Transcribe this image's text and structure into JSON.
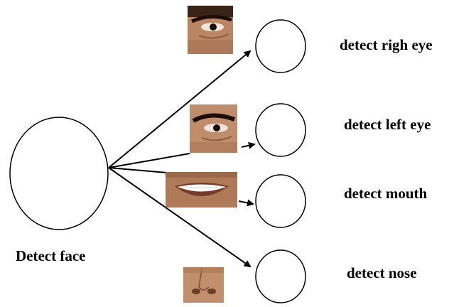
{
  "face": {
    "label": "Detect face"
  },
  "features": [
    {
      "id": "right-eye",
      "label": "detect righ eye",
      "image": "right-eye-crop"
    },
    {
      "id": "left-eye",
      "label": "detect left eye",
      "image": "left-eye-crop"
    },
    {
      "id": "mouth",
      "label": "detect mouth",
      "image": "mouth-crop"
    },
    {
      "id": "nose",
      "label": "detect nose",
      "image": "nose-crop"
    }
  ],
  "colors": {
    "stroke": "#000000",
    "background": "#ffffff",
    "skin_dark": "#7a4a30",
    "skin_mid": "#b98563",
    "skin_light": "#d9a888"
  }
}
